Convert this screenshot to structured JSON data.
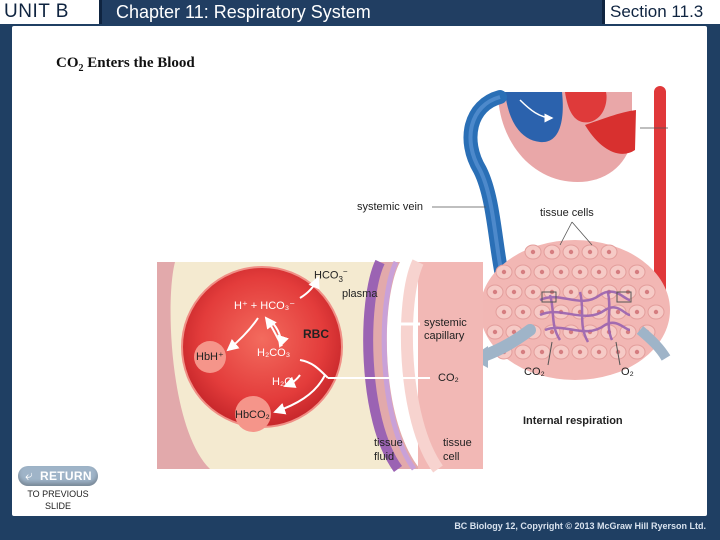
{
  "header": {
    "unit": "UNIT B",
    "chapter": "Chapter 11: Respiratory System",
    "section": "Section 11.3"
  },
  "slide": {
    "title_main": "CO",
    "title_sub": "2",
    "title_rest": " Enters the Blood"
  },
  "diagram": {
    "labels": {
      "systemic_vein": "systemic vein",
      "tissue_cells": "tissue cells",
      "hco3": "HCO",
      "hco3_sub": "3",
      "hco3_sup": "−",
      "plasma": "plasma",
      "h_hco3": "H⁺ + HCO₃⁻",
      "rbc": "RBC",
      "hbh": "HbH⁺",
      "h2co3": "H₂CO₃",
      "h2o": "H₂O",
      "hbco2": "HbCO₂",
      "co2_center": "CO₂",
      "systemic": "systemic",
      "capillary": "capillary",
      "tissue_fluid_1": "tissue",
      "tissue_fluid_2": "fluid",
      "tissue_cell_1": "tissue",
      "tissue_cell_2": "cell",
      "co2_right": "CO₂",
      "o2_right": "O₂",
      "internal_respiration": "Internal respiration"
    }
  },
  "nav": {
    "return_label": "RETURN",
    "return_sub_1": "TO PREVIOUS",
    "return_sub_2": "SLIDE"
  },
  "footer": {
    "credit": "BC Biology 12, Copyright © 2013 McGraw Hill Ryerson Ltd."
  },
  "colors": {
    "header_bg": "#213e62",
    "rbc_red": "#e0383a",
    "plasma_cream": "#f4ead0",
    "vein_blue": "#2a6fb6"
  }
}
